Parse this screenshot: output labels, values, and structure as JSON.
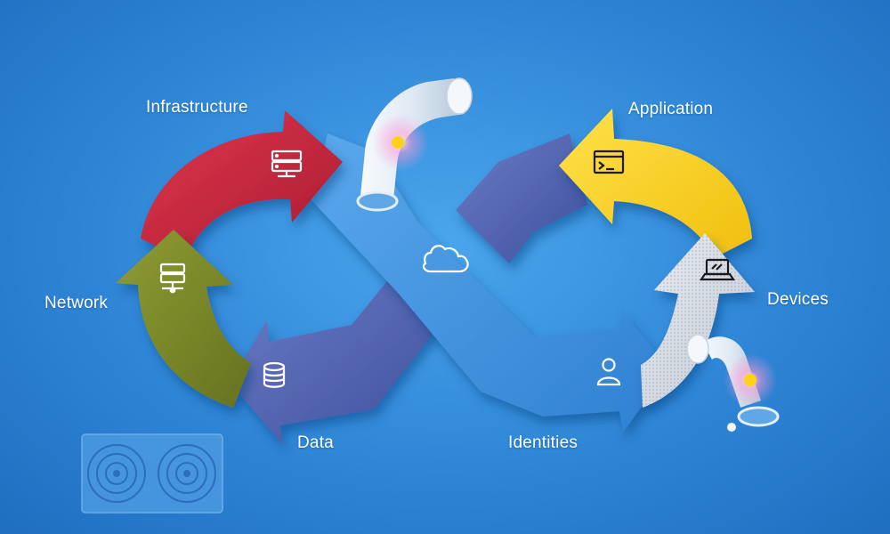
{
  "labels": {
    "infrastructure": "Infrastructure",
    "application": "Application",
    "network": "Network",
    "devices": "Devices",
    "data": "Data",
    "identities": "Identities"
  },
  "colors": {
    "background": "#2f86d6",
    "infrastructure": "#c8283e",
    "application": "#f7d21a",
    "network": "#7d8a2c",
    "devices": "#d7dbe3",
    "data": "#5d6fb8",
    "identities": "#3b8ede",
    "cloud_band": "#3d93e0",
    "dark_band": "#4659a8",
    "glow": "#ffd21a"
  },
  "icons": {
    "infrastructure": "server-icon",
    "application": "terminal-window-icon",
    "network": "network-server-icon",
    "devices": "laptop-icon",
    "data": "database-icon",
    "identities": "user-icon",
    "center": "cloud-icon"
  }
}
